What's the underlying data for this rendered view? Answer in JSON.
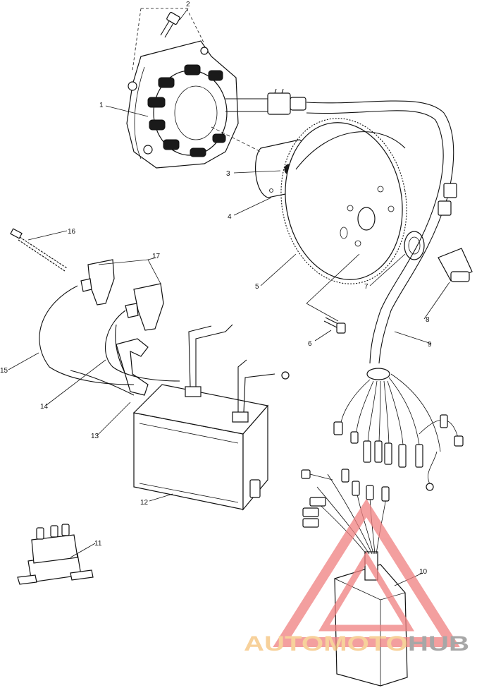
{
  "callouts": {
    "c1": "1",
    "c2": "2",
    "c3": "3",
    "c4": "4",
    "c5": "5",
    "c6": "6",
    "c7": "7",
    "c8": "8",
    "c9": "9",
    "c10": "10",
    "c11": "11",
    "c12": "12",
    "c13": "13",
    "c14": "14",
    "c15": "15",
    "c16": "16",
    "c17": "17"
  },
  "watermark": {
    "text": "AUTOMOTOHUB",
    "color_left": "#f5c27a",
    "color_right": "#8a8a8a",
    "triangle_color": "#f08080"
  }
}
